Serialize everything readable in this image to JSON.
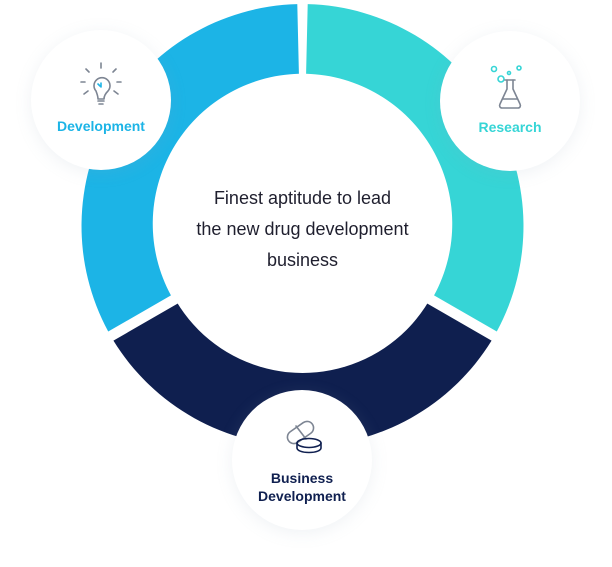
{
  "center": {
    "line1": "Finest aptitude to lead",
    "line2": "the new drug development",
    "line3": "business"
  },
  "nodes": {
    "development": {
      "label": "Development",
      "icon": "lightbulb-icon",
      "color": "#1cb4e6"
    },
    "research": {
      "label": "Research",
      "icon": "flask-icon",
      "color": "#36d5d6"
    },
    "business_development": {
      "label_line1": "Business",
      "label_line2": "Development",
      "icon": "pills-icon",
      "color": "#102050"
    }
  },
  "colors": {
    "development_segment": "#1cb4e6",
    "research_segment": "#36d5d6",
    "business_segment": "#0f1f4f",
    "icon_gray": "#7d8593",
    "background": "#ffffff"
  }
}
